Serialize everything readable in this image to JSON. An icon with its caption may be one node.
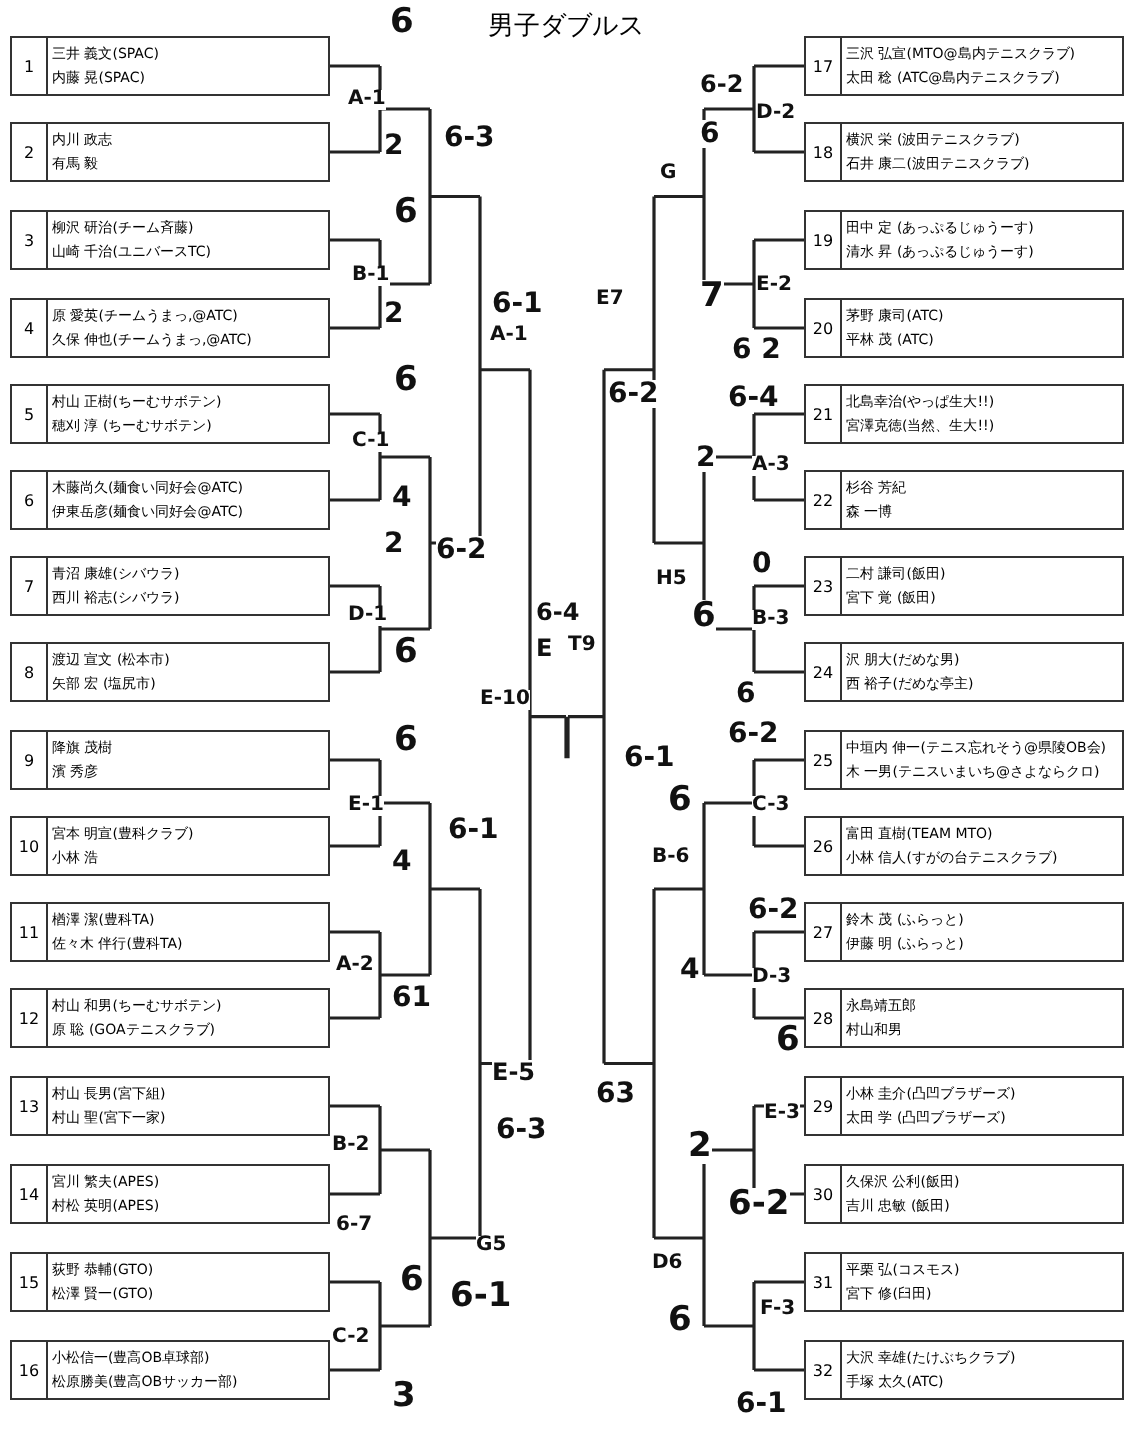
{
  "diagram": {
    "title": "男子ダブルス",
    "nodes": [
      {
        "text": [
          "1",
          "三井 義文(SPAC)",
          "内藤 晃(SPAC)"
        ]
      },
      {
        "text": [
          "2",
          "内川 政志",
          "有馬 毅"
        ]
      },
      {
        "text": [
          "3",
          "柳沢 研治(チーム斉藤)",
          "山崎 千治(ユニバースTC)"
        ]
      },
      {
        "text": [
          "4",
          "原 愛英(チームうまっ,@ATC)",
          "久保 伸也(チームうまっ,@ATC)"
        ]
      },
      {
        "text": [
          "5",
          "村山 正樹(ちーむサボテン)",
          "穂刈 淳 (ちーむサボテン)"
        ]
      },
      {
        "text": [
          "6",
          "木藤尚久(麺食い同好会@ATC)",
          "伊東岳彦(麺食い同好会@ATC)"
        ]
      },
      {
        "text": [
          "7",
          "青沼 康雄(シバウラ)",
          "西川 裕志(シバウラ)"
        ]
      },
      {
        "text": [
          "8",
          "渡辺 宣文 (松本市)",
          "矢部 宏 (塩尻市)"
        ]
      },
      {
        "text": [
          "9",
          "降旗 茂樹",
          "濱 秀彦"
        ]
      },
      {
        "text": [
          "10",
          "宮本 明宣(豊科クラブ)",
          "小林 浩"
        ]
      },
      {
        "text": [
          "11",
          "楢澤 潔(豊科TA)",
          "佐々木 伴行(豊科TA)"
        ]
      },
      {
        "text": [
          "12",
          "村山 和男(ちーむサボテン)",
          "原 聡 (GOAテニスクラブ)"
        ]
      },
      {
        "text": [
          "13",
          "村山 長男(宮下組)",
          "村山 聖(宮下一家)"
        ]
      },
      {
        "text": [
          "14",
          "宮川 繁夫(APES)",
          "村松 英明(APES)"
        ]
      },
      {
        "text": [
          "15",
          "荻野 恭輔(GTO)",
          "松澤 賢一(GTO)"
        ]
      },
      {
        "text": [
          "16",
          "小松信一(豊高OB卓球部)",
          "松原勝美(豊高OBサッカー部)"
        ]
      },
      {
        "text": [
          "17",
          "三沢 弘宣(MTO@島内テニスクラブ)",
          "太田 稔 (ATC@島内テニスクラブ)"
        ]
      },
      {
        "text": [
          "18",
          "横沢 栄 (波田テニスクラブ)",
          "石井 康二(波田テニスクラブ)"
        ]
      },
      {
        "text": [
          "19",
          "田中 定 (あっぷるじゅうーす)",
          "清水 昇 (あっぷるじゅうーす)"
        ]
      },
      {
        "text": [
          "20",
          "茅野 康司(ATC)",
          "平林 茂 (ATC)"
        ]
      },
      {
        "text": [
          "21",
          "北島幸治(やっぱ生大!!)",
          "宮澤克徳(当然、生大!!)"
        ]
      },
      {
        "text": [
          "22",
          "杉谷 芳紀",
          "森 一博"
        ]
      },
      {
        "text": [
          "23",
          "二村 謙司(飯田)",
          "宮下 覚 (飯田)"
        ]
      },
      {
        "text": [
          "24",
          "沢 朋大(だめな男)",
          "西 裕子(だめな亭主)"
        ]
      },
      {
        "text": [
          "25",
          "中垣内 伸一(テニス忘れそう@県陵OB会)",
          "木 一男(テニスいまいち@さよならクロ)"
        ]
      },
      {
        "text": [
          "26",
          "富田 直樹(TEAM MTO)",
          "小林 信人(すがの台テニスクラブ)"
        ]
      },
      {
        "text": [
          "27",
          "鈴木 茂 (ふらっと)",
          "伊藤 明 (ふらっと)"
        ]
      },
      {
        "text": [
          "28",
          "永島靖五郎",
          "村山和男"
        ]
      },
      {
        "text": [
          "29",
          "小林 圭介(凸凹ブラザーズ)",
          "太田 学 (凸凹ブラザーズ)"
        ]
      },
      {
        "text": [
          "30",
          "久保沢 公利(飯田)",
          "吉川 忠敏 (飯田)"
        ]
      },
      {
        "text": [
          "31",
          "平栗 弘(コスモス)",
          "宮下 修(臼田)"
        ]
      },
      {
        "text": [
          "32",
          "大沢 幸雄(たけぶちクラブ)",
          "手塚 太久(ATC)"
        ]
      }
    ],
    "labels": [
      "6",
      "A-1",
      "2",
      "6-3",
      "6",
      "B-1",
      "2",
      "6-1",
      "A-1",
      "6",
      "C-1",
      "4",
      "2",
      "6-2",
      "D-1",
      "6",
      "6",
      "E-1",
      "4",
      "6-1",
      "A-2",
      "61",
      "B-2",
      "6-7",
      "G5",
      "6",
      "6-1",
      "C-2",
      "3",
      "E-5",
      "6-3",
      "6-4",
      "E",
      "T9",
      "E-10",
      "6-1",
      "E7",
      "6-2",
      "63",
      "6-2",
      "D-2",
      "6",
      "G",
      "7",
      "E-2",
      "6 2",
      "6-4",
      "2",
      "A-3",
      "H5",
      "0",
      "6",
      "B-3",
      "6",
      "6-2",
      "6",
      "C-3",
      "B-6",
      "6-2",
      "4",
      "D-3",
      "6",
      "2",
      "E-3",
      "6-2",
      "D6",
      "6",
      "F-3",
      "6-1"
    ]
  }
}
